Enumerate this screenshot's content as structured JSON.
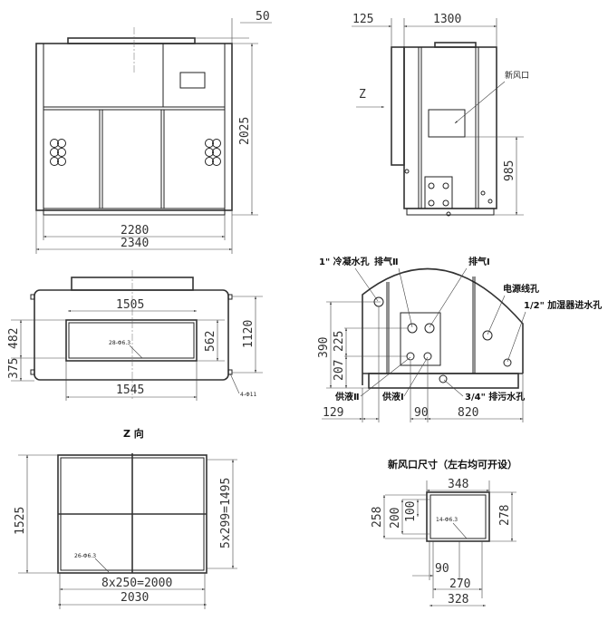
{
  "front_view": {
    "dims": {
      "top_offset": "50",
      "height": "2025",
      "inner_width": "2280",
      "outer_width": "2340"
    }
  },
  "side_view": {
    "dims": {
      "left_offset": "125",
      "depth": "1300",
      "fresh_air_height": "985"
    },
    "direction_label": "Z",
    "fresh_air_label": "新风口"
  },
  "top_view": {
    "dims": {
      "opening_inner": "1505",
      "opening_outer": "1545",
      "opening_height": "562",
      "depth": "1120",
      "upper": "482",
      "lower": "375"
    },
    "holes_opening": "28-Φ6.3",
    "holes_mount": "4-Φ11"
  },
  "piping_view": {
    "labels": {
      "condensate": "1\" 冷凝水孔",
      "vent2": "排气Ⅱ",
      "vent1": "排气Ⅰ",
      "power": "电源线孔",
      "humidifier": "1/2\" 加湿器进水孔",
      "supply2": "供液Ⅱ",
      "supply1": "供液Ⅰ",
      "drain": "3/4\" 排污水孔"
    },
    "dims": {
      "h390": "390",
      "h225": "225",
      "h207": "207",
      "w129": "129",
      "w90": "90",
      "w820": "820"
    }
  },
  "z_view": {
    "title": "Z 向",
    "dims": {
      "height": "1525",
      "hole_pitch_v": "5x299=1495",
      "hole_pitch_h": "8x250=2000",
      "width": "2030"
    },
    "holes": "26-Φ6.3"
  },
  "fresh_air_detail": {
    "title": "新风口尺寸（左右均可开设）",
    "dims": {
      "w348": "348",
      "h278": "278",
      "h258": "258",
      "h200": "200",
      "h100": "100",
      "w90": "90",
      "w270": "270",
      "w328": "328"
    },
    "holes": "14-Φ6.3"
  }
}
